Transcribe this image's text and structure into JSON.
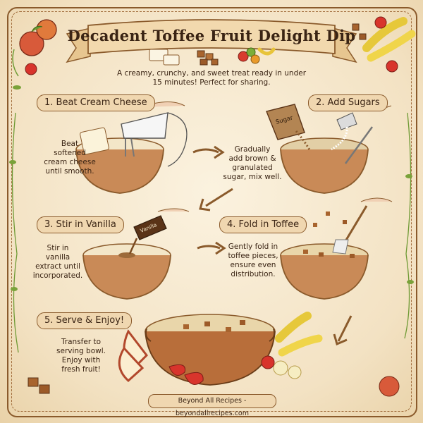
{
  "title": "Decadent Toffee Fruit Delight Dip",
  "intro": "A creamy, crunchy, and sweet treat ready in under 15 minutes! Perfect for sharing.",
  "steps": [
    {
      "label": "1. Beat Cream Cheese",
      "text": [
        "Beat",
        "softened",
        "cream cheese",
        "until smooth."
      ]
    },
    {
      "label": "2. Add Sugars",
      "text": [
        "Gradually",
        "add brown &",
        "granulated",
        "sugar, mix well."
      ]
    },
    {
      "label": "3. Stir in Vanilla",
      "text": [
        "Stir in",
        "vanilla",
        "extract until",
        "incorporated."
      ]
    },
    {
      "label": "4. Fold in Toffee",
      "text": [
        "Gently fold in",
        "toffee pieces,",
        "ensure even",
        "distribution."
      ]
    },
    {
      "label": "5. Serve & Enjoy!",
      "text": [
        "Transfer to",
        "serving bowl.",
        "Enjoy with",
        "fresh fruit!"
      ]
    }
  ],
  "sugar_bag_label": "Sugar",
  "vanilla_bottle_label": "Vanilla",
  "footer": "Beyond All Recipes - beyondallrecipes.com",
  "colors": {
    "background": "#f6ead3",
    "ink": "#3a2414",
    "bowl": "#c98a57",
    "bowl_dark": "#8a5a2b",
    "cream": "#f3e6c8",
    "toffee": "#a8642e"
  }
}
